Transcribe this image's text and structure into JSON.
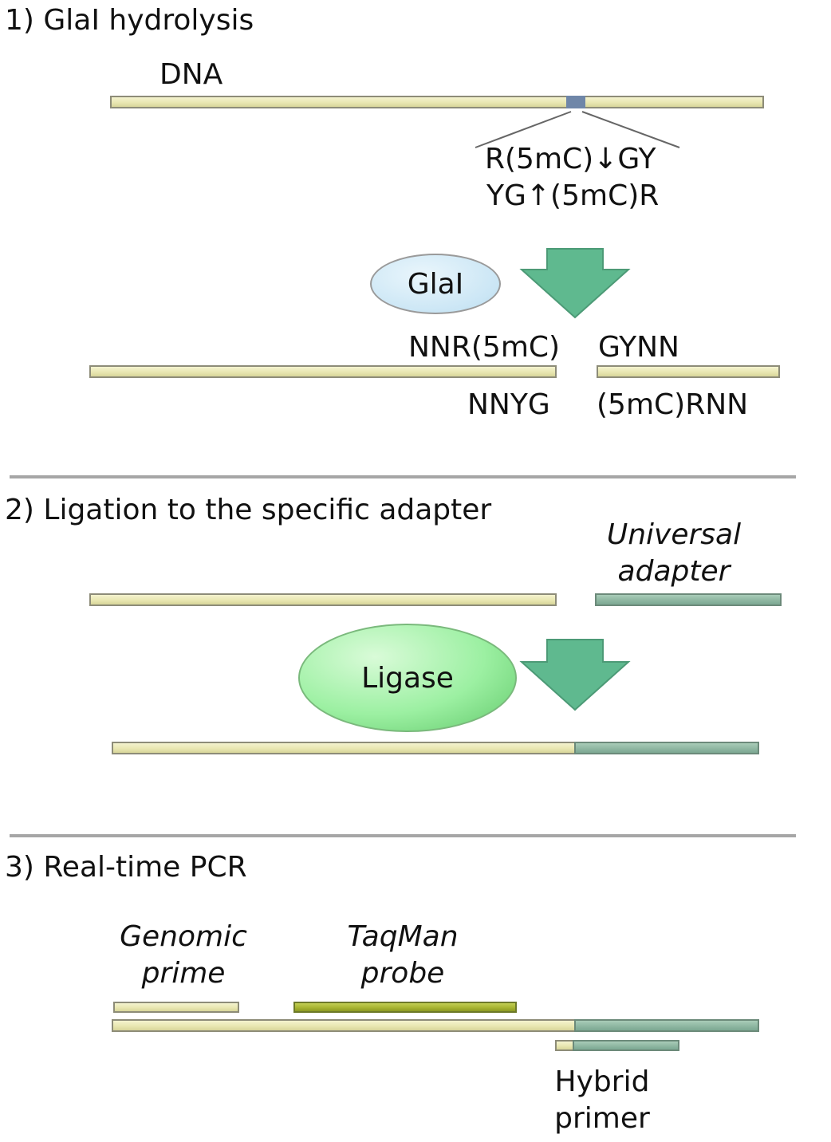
{
  "colors": {
    "dna": "#e9e7b2",
    "adapter": "#8fb7a2",
    "probe": "#a8b531",
    "arrow": "#5fb98f",
    "glai_enzyme": "#d4ebf7",
    "ligase_enzyme": "#8fe89a"
  },
  "step1": {
    "heading": "1) GlaI hydrolysis",
    "dna_label": "DNA",
    "site_top": "R(5mC)↓GY",
    "site_bottom": "YG↑(5mC)R",
    "enzyme": "GlaI",
    "left_top": "NNR(5mC)",
    "left_bottom": "NNYG",
    "right_top": "GYNN",
    "right_bottom": "(5mC)RNN"
  },
  "step2": {
    "heading": "2) Ligation to the specific adapter",
    "adapter_line1": "Universal",
    "adapter_line2": "adapter",
    "enzyme": "Ligase"
  },
  "step3": {
    "heading": "3) Real-time PCR",
    "genomic_line1": "Genomic",
    "genomic_line2": "prime",
    "probe_line1": "TaqMan",
    "probe_line2": "probe",
    "hybrid_line1": "Hybrid",
    "hybrid_line2": "primer"
  }
}
